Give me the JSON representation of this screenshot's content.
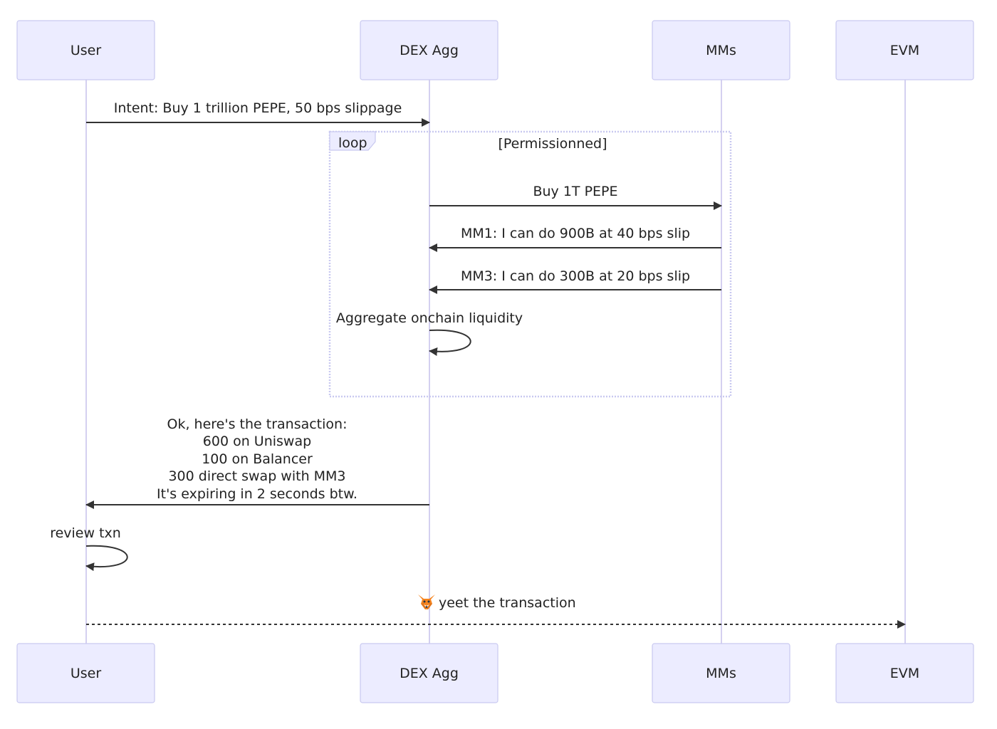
{
  "actors": [
    {
      "id": "user",
      "label": "User"
    },
    {
      "id": "dex",
      "label": "DEX Agg"
    },
    {
      "id": "mms",
      "label": "MMs"
    },
    {
      "id": "evm",
      "label": "EVM"
    }
  ],
  "loop": {
    "keyword": "loop",
    "condition": "[Permissionned]"
  },
  "messages": [
    {
      "id": "m1",
      "from": "user",
      "to": "dex",
      "style": "solid",
      "lines": [
        "Intent: Buy 1 trillion PEPE, 50 bps slippage"
      ]
    },
    {
      "id": "m2",
      "from": "dex",
      "to": "mms",
      "style": "solid",
      "lines": [
        "Buy 1T PEPE"
      ]
    },
    {
      "id": "m3",
      "from": "mms",
      "to": "dex",
      "style": "solid",
      "lines": [
        "MM1: I can do 900B at 40 bps slip"
      ]
    },
    {
      "id": "m4",
      "from": "mms",
      "to": "dex",
      "style": "solid",
      "lines": [
        "MM3: I can do 300B at 20 bps slip"
      ]
    },
    {
      "id": "m5",
      "from": "dex",
      "to": "dex",
      "style": "self",
      "lines": [
        "Aggregate onchain liquidity"
      ]
    },
    {
      "id": "m6",
      "from": "dex",
      "to": "user",
      "style": "solid",
      "lines": [
        "Ok, here's the transaction:",
        "600 on Uniswap",
        "100 on Balancer",
        "300 direct swap with MM3",
        "It's expiring in 2 seconds btw."
      ]
    },
    {
      "id": "m7",
      "from": "user",
      "to": "user",
      "style": "self",
      "lines": [
        "review txn"
      ]
    },
    {
      "id": "m8",
      "from": "user",
      "to": "evm",
      "style": "dotted",
      "icon": "fox-icon",
      "lines": [
        "yeet the transaction"
      ]
    }
  ],
  "colors": {
    "actor_fill": "#ececff",
    "actor_border": "#c9c9f0",
    "lifeline": "#d4d0f0",
    "arrow": "#333333",
    "fox_orange": "#f5841f"
  }
}
